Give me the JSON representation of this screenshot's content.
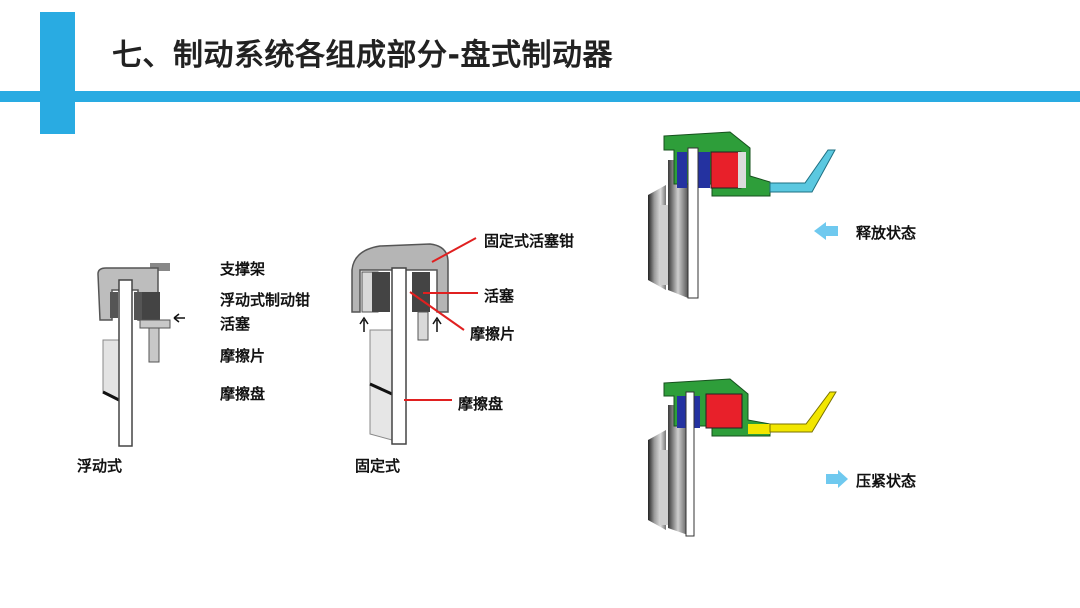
{
  "title": "七、制动系统各组成部分-盘式制动器",
  "floating": {
    "caption": "浮动式",
    "labels": [
      "支撑架",
      "浮动式制动钳",
      "活塞",
      "摩擦片",
      "摩擦盘"
    ]
  },
  "fixed": {
    "caption": "固定式",
    "labels": {
      "caliper": "固定式活塞钳",
      "piston": "活塞",
      "pad": "摩擦片",
      "disc": "摩擦盘"
    }
  },
  "states": {
    "release": "释放状态",
    "press": "压紧状态"
  },
  "colors": {
    "accent": "#29abe2",
    "leader_red": "#e02020",
    "caliper_green": "#2e9e3a",
    "piston_red": "#e8202a",
    "pad_blue": "#2432a0",
    "release_fluid": "#5bc8e0",
    "press_fluid": "#f2e600",
    "state_arrow": "#6fc9ef"
  }
}
